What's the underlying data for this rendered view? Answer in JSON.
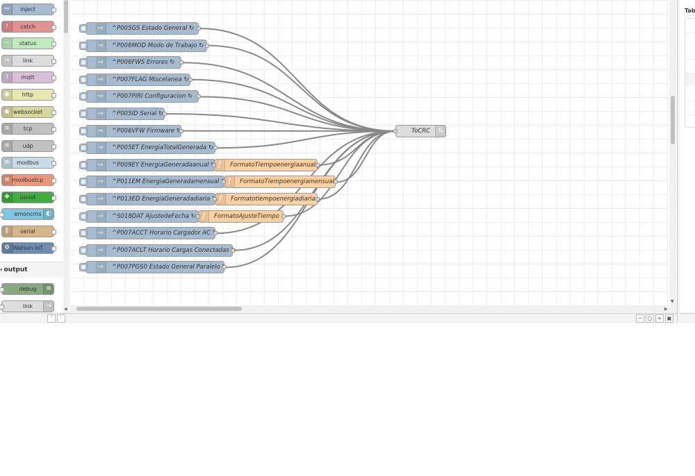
{
  "palette": {
    "nodes": [
      {
        "label": "inject",
        "color": "#a6bbcf",
        "icon": "arrow-right-icon",
        "input": false,
        "output": true
      },
      {
        "label": "catch",
        "color": "#e49191",
        "icon": "exclamation-icon",
        "input": false,
        "output": true
      },
      {
        "label": "status",
        "color": "#c0edc0",
        "icon": "pulse-icon",
        "input": false,
        "output": true
      },
      {
        "label": "link",
        "color": "#dddddd",
        "icon": "link-arrow-icon",
        "input": false,
        "output": true
      },
      {
        "label": "mqtt",
        "color": "#d8bfd8",
        "icon": "broadcast-icon",
        "input": false,
        "output": true
      },
      {
        "label": "http",
        "color": "#e7e7ae",
        "icon": "globe-icon",
        "input": false,
        "output": true
      },
      {
        "label": "websocket",
        "color": "#d7d7a0",
        "icon": "globe-icon",
        "input": false,
        "output": true
      },
      {
        "label": "tcp",
        "color": "#c0c0c0",
        "icon": "bridge-icon",
        "input": false,
        "output": true
      },
      {
        "label": "udp",
        "color": "#c0c0c0",
        "icon": "bridge-icon",
        "input": false,
        "output": true
      },
      {
        "label": "modbus",
        "color": "#c8dbe8",
        "icon": "bridge-icon",
        "input": false,
        "output": true
      },
      {
        "label": "modbustcp",
        "color": "#e9967a",
        "icon": "bridge-icon",
        "input": false,
        "output": true
      },
      {
        "label": "usriot",
        "color": "#3fad3f",
        "icon": "puzzle-icon",
        "input": false,
        "output": true
      },
      {
        "label": "emoncms",
        "color": "#7fc6e0",
        "icon": "emoncms-icon",
        "input": true,
        "output": false
      },
      {
        "label": "serial",
        "color": "#d8b48b",
        "icon": "serial-icon",
        "input": false,
        "output": true
      },
      {
        "label": "Watson IoT",
        "color": "#6e8cb0",
        "icon": "watson-icon",
        "input": false,
        "output": true
      }
    ],
    "category_output": "output",
    "output_nodes": [
      {
        "label": "debug",
        "color": "#87a980",
        "icon": "debug-list-icon",
        "input": true,
        "output": false
      },
      {
        "label": "link",
        "color": "#dddddd",
        "icon": "link-arrow-icon",
        "input": true,
        "output": false
      }
    ]
  },
  "flow": {
    "inject_nodes": [
      "^P005GS Estado General ↻",
      "^P006MOD Modo de Trabajo ↻",
      "^P006FWS Errores ↻",
      "^P007FLAG Miscelanea ↻",
      "^P007PIRI Configuracion ↻",
      "^P005ID Serial ↻",
      "^P006VFW Firmware ↻",
      "^P005ET EnergiaTotalGenerada ↻",
      "^P009EY EnergiaGeneradaanual ↻",
      "^P011EM EnergiaGeneradamensual ↻",
      "^P013ED EnergiaGeneradadiaria ↻",
      "^S018DAT AjustedeFecha ↻",
      "^P007ACCT Horario Cargador AC ↻",
      "^P007ACLT Horario Cargas Conectadas ↻",
      "^P007PGS0 Estado General Paralelo ↻"
    ],
    "function_nodes": [
      "FormatoTiempoenergiaanual",
      "FormatoTiempoenergiamensual",
      "Formatotiempoenergiadiaria",
      "FormatoAjusteTiempo"
    ],
    "link_out": "ToCRC",
    "colors": {
      "inject": "#a6bbcf",
      "function": "#fdd0a2",
      "link": "#dddddd",
      "wire": "#888888"
    }
  },
  "sidebar": {
    "title": "Tab"
  }
}
